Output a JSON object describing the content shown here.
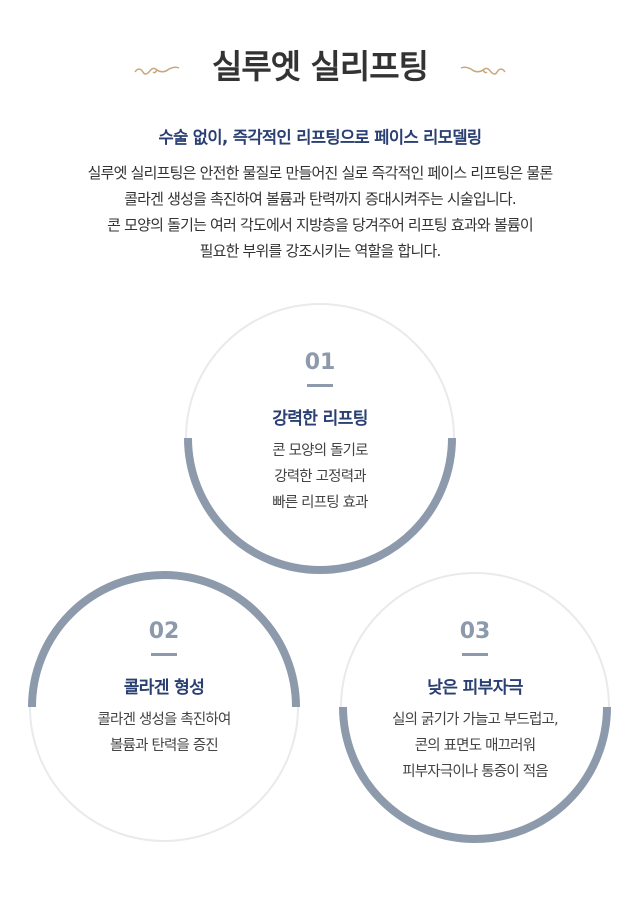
{
  "header": {
    "title": "실루엣 실리프팅",
    "subtitle": "수술 없이, 즉각적인 리프팅으로 페이스 리모델링",
    "description": [
      "실루엣 실리프팅은 안전한 물질로 만들어진 실로 즉각적인 페이스 리프팅은 물론",
      "콜라겐 생성을 촉진하여 볼륨과 탄력까지 증대시켜주는 시술입니다.",
      "콘 모양의 돌기는 여러 각도에서 지방층을 당겨주어 리프팅 효과와 볼륨이",
      "필요한 부위를 강조시키는 역할을 합니다."
    ]
  },
  "colors": {
    "accent": "#8c9aab",
    "title_blue": "#2a3f72",
    "ornament": "#c9a77c"
  },
  "features": [
    {
      "number": "01",
      "title": "강력한 리프팅",
      "lines": [
        "콘 모양의 돌기로",
        "강력한 고정력과",
        "빠른 리프팅 효과"
      ]
    },
    {
      "number": "02",
      "title": "콜라겐 형성",
      "lines": [
        "콜라겐 생성을 촉진하여",
        "볼륨과 탄력을 증진"
      ]
    },
    {
      "number": "03",
      "title": "낮은 피부자극",
      "lines": [
        "실의 굵기가 가늘고 부드럽고,",
        "콘의 표면도 매끄러워",
        "피부자극이나 통증이 적음"
      ]
    }
  ]
}
